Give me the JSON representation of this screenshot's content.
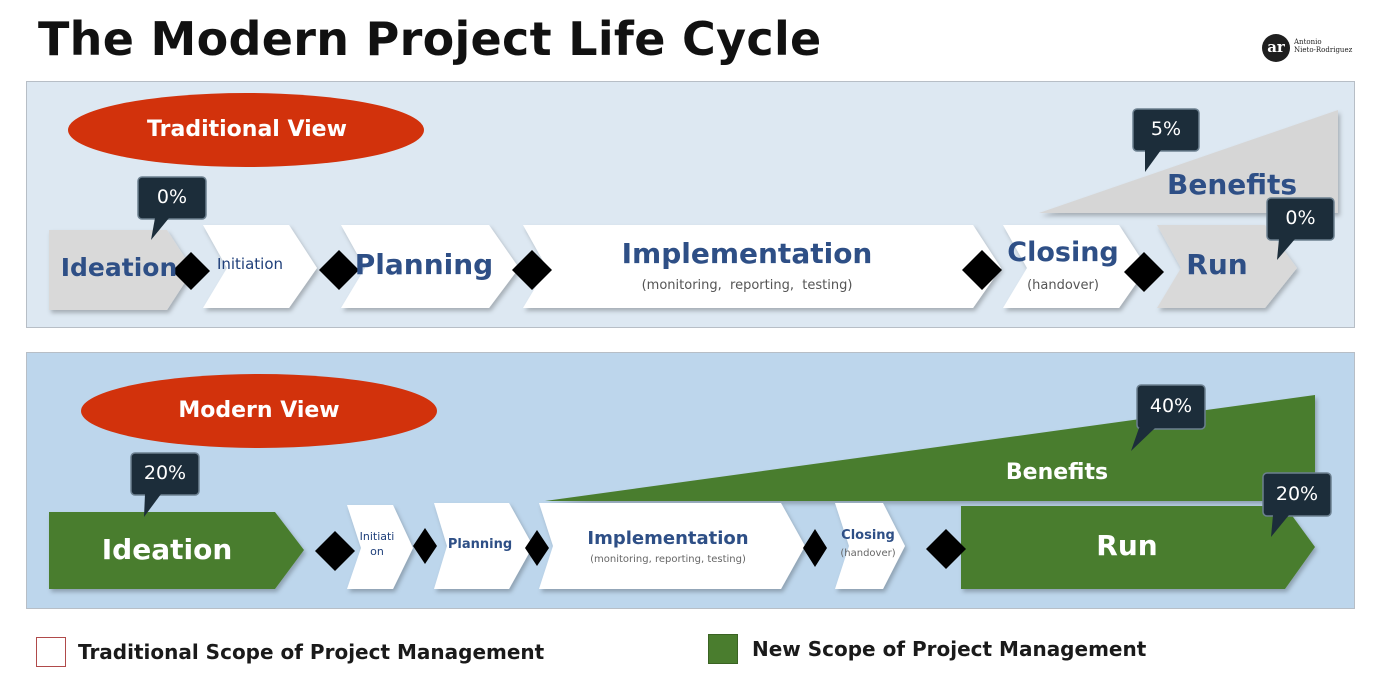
{
  "title": "The Modern Project Life Cycle",
  "logo": {
    "mark": "ar",
    "name_line1": "Antonio",
    "name_line2": "Nieto-Rodriguez"
  },
  "traditional": {
    "view_label": "Traditional View",
    "benefits_label": "Benefits",
    "stages": {
      "ideation": "Ideation",
      "initiation": "Initiation",
      "planning": "Planning",
      "implementation": "Implementation",
      "implementation_sub": "(monitoring,  reporting,  testing)",
      "closing": "Closing",
      "closing_sub": "(handover)",
      "run": "Run"
    },
    "callouts": {
      "ideation": "0%",
      "benefits": "5%",
      "run": "0%"
    },
    "benefits_level": 0.05
  },
  "modern": {
    "view_label": "Modern View",
    "benefits_label": "Benefits",
    "stages": {
      "ideation": "Ideation",
      "initiation_line1": "Initiati",
      "initiation_line2": "on",
      "planning": "Planning",
      "implementation": "Implementation",
      "implementation_sub": "(monitoring, reporting, testing)",
      "closing": "Closing",
      "closing_sub": "(handover)",
      "run": "Run"
    },
    "callouts": {
      "ideation": "20%",
      "benefits": "40%",
      "run": "20%"
    },
    "benefits_level": 0.4
  },
  "legend": {
    "traditional": "Traditional Scope of Project Management",
    "modern": "New Scope of Project Management"
  },
  "colors": {
    "oval_red": "#d2320c",
    "modern_green": "#4a7d2e",
    "stage_text_blue": "#1f3f7a",
    "callout_dark": "#1c2d3a",
    "gray_stage": "#d9d9d9",
    "milestone": "#000000"
  }
}
